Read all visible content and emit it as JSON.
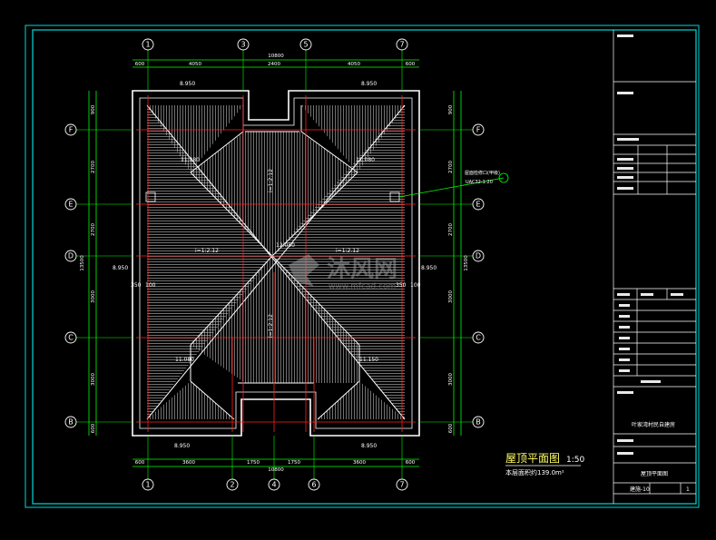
{
  "drawing": {
    "title": "屋顶平面图",
    "scale": "1:50",
    "area_note": "本层面积约139.0m²",
    "watermark_brand": "沐风网",
    "watermark_url": "www.mfcad.com"
  },
  "grid_top": [
    "1",
    "3",
    "5",
    "7"
  ],
  "grid_bottom": [
    "1",
    "2",
    "4",
    "6",
    "7"
  ],
  "grid_rows": [
    "F",
    "E",
    "D",
    "C",
    "B"
  ],
  "dims_top": {
    "overall": "10800",
    "parts": [
      "600",
      "4050",
      "2400",
      "4050",
      "600"
    ]
  },
  "dims_bottom": {
    "overall": "10800",
    "parts": [
      "600",
      "3600",
      "1750",
      "1750",
      "3600",
      "600"
    ]
  },
  "dims_left": {
    "overall": "13500",
    "parts": [
      "900",
      "2700",
      "2700",
      "3000",
      "3000",
      "600"
    ]
  },
  "dims_right": {
    "overall": "13500",
    "parts": [
      "900",
      "2700",
      "2700",
      "3000",
      "3000",
      "600"
    ]
  },
  "roof": {
    "slope_upper": "i=1:2.12",
    "slope_left": "i=1:2.12",
    "slope_right": "i=1:2.12",
    "slope_lower": "i=1:2.12",
    "ridge_elev": "12.050",
    "label_left": "11.080",
    "label_right": "11.080",
    "label_bl": "11.080",
    "label_br": "11.150",
    "elev_top_left": "8.950",
    "elev_top_right": "8.950",
    "elev_bot_left": "8.950",
    "elev_bot_right": "8.950",
    "elev_side_left": "8.950",
    "elev_side_right": "8.950",
    "side_left_lbl": "350",
    "side_left_lbl2": "100",
    "side_right_lbl": "350",
    "side_right_lbl2": "100",
    "callout": "屋面检修口(甲级)",
    "callout2": "UAC32-1:20"
  },
  "title_block": {
    "project": "叶家湾村民自建房",
    "sheet": "屋顶平面图",
    "sheet_no": "建施-10",
    "count": "1"
  },
  "colors": {
    "border": "#00d8d8",
    "line": "#ffffff",
    "dim": "#00ff00",
    "axis": "#ff2020",
    "hatch": "#c8c8c8",
    "title": "#ffff66"
  }
}
